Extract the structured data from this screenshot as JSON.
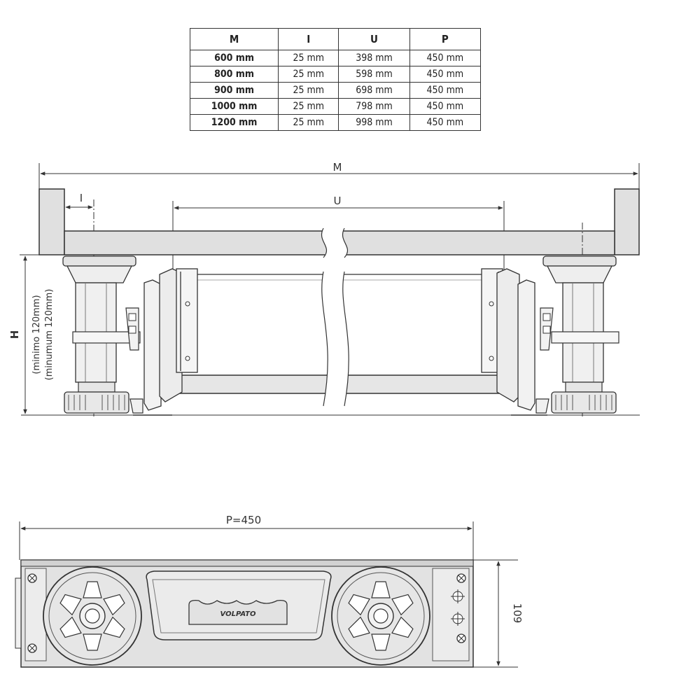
{
  "table": {
    "headers": [
      "M",
      "I",
      "U",
      "P"
    ],
    "rows": [
      [
        "600 mm",
        "25 mm",
        "398 mm",
        "450 mm"
      ],
      [
        "800 mm",
        "25 mm",
        "598 mm",
        "450 mm"
      ],
      [
        "900 mm",
        "25 mm",
        "698 mm",
        "450 mm"
      ],
      [
        "1000 mm",
        "25 mm",
        "798 mm",
        "450 mm"
      ],
      [
        "1200 mm",
        "25 mm",
        "998 mm",
        "450 mm"
      ]
    ]
  },
  "front_view": {
    "label_m": "M",
    "label_i": "I",
    "label_u": "U",
    "label_h": "H",
    "note_min_it": "(minimo 120mm)",
    "note_min_en": "(minumum 120mm)"
  },
  "side_view": {
    "label_p": "P=450",
    "label_height": "109",
    "brand": "VOLPATO"
  }
}
